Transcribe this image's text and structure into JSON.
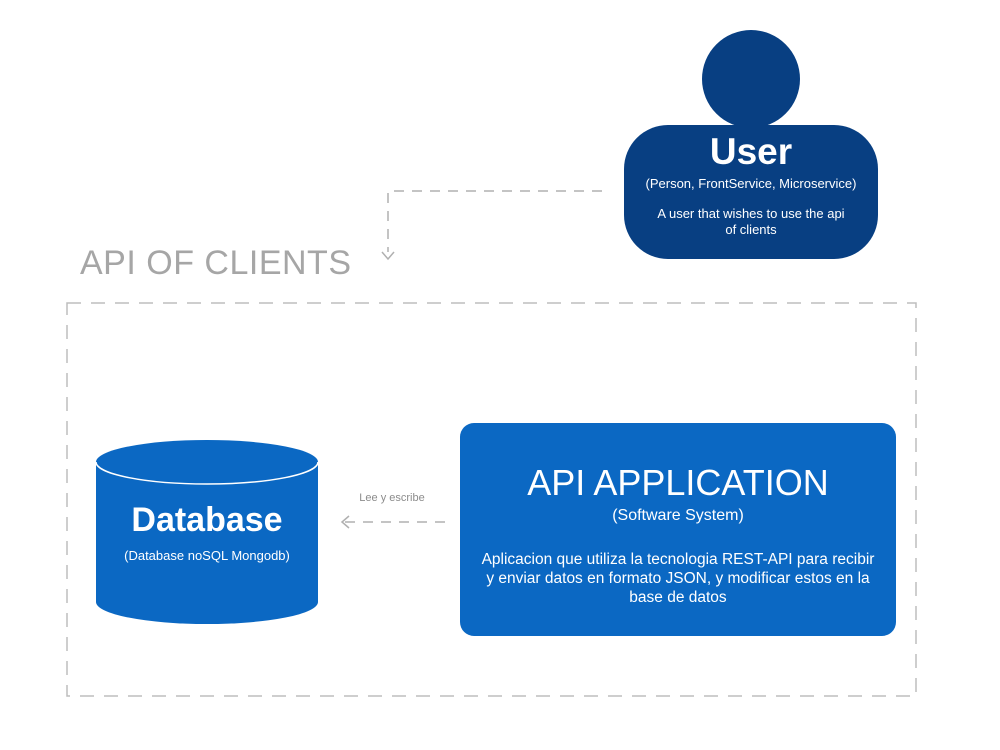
{
  "colors": {
    "person": "#083f82",
    "container": "#0b68c3",
    "database": "#0b68c3",
    "boundary": "#bdbdbd",
    "arrow": "#b0b0b0",
    "boundary_label": "#a6a6a6"
  },
  "user": {
    "title": "User",
    "type": "(Person, FrontService, Microservice)",
    "description": "A user that wishes to use the api of clients"
  },
  "boundary": {
    "label": "API OF CLIENTS"
  },
  "database": {
    "title": "Database",
    "type": "(Database noSQL Mongodb)"
  },
  "api_application": {
    "title": "API APPLICATION",
    "type": "(Software System)",
    "description": "Aplicacion que utiliza la tecnologia REST-API para recibir y enviar datos en formato JSON, y modificar estos en la base de datos"
  },
  "relationships": {
    "app_to_db": "Lee y escribe"
  }
}
